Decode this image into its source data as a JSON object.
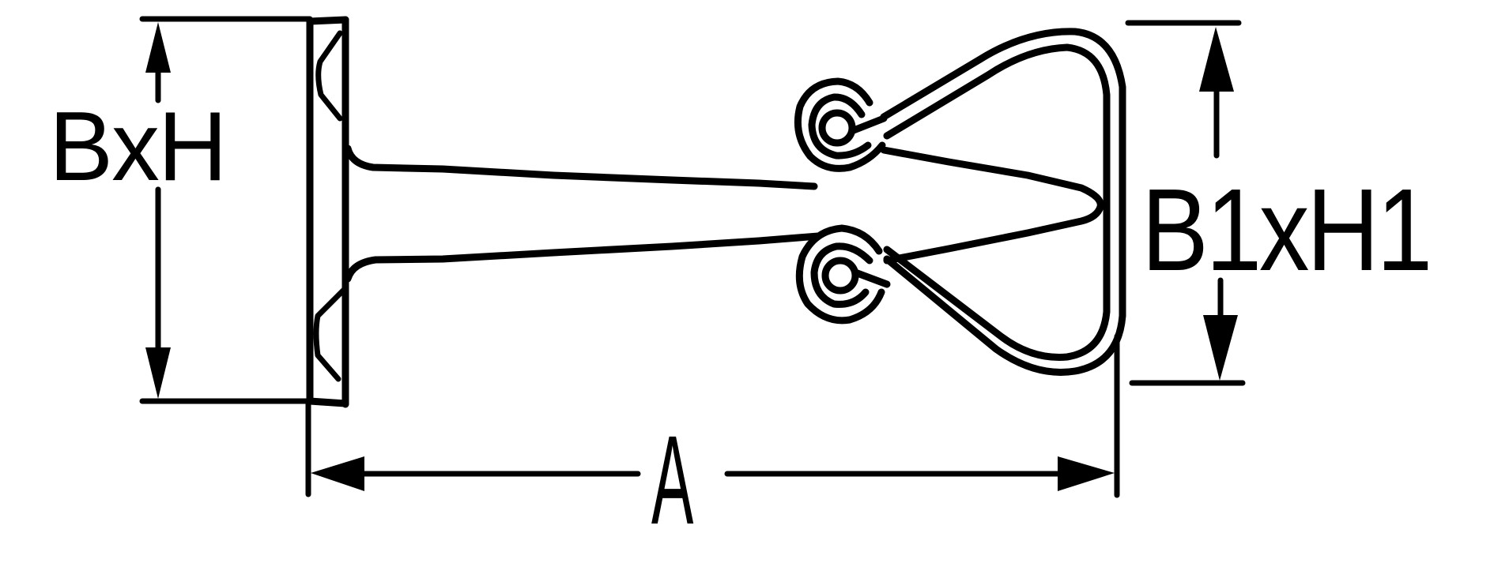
{
  "diagram": {
    "type": "technical-dimension-drawing",
    "subject": "wing-nut style fastener / key with flange plate, stem and looped wing",
    "colors": {
      "line": "#000000",
      "background": "#ffffff"
    },
    "dimensions": {
      "flange": {
        "label": "BxH",
        "orientation": "vertical",
        "description": "flange plate width x height"
      },
      "wing": {
        "label": "B1xH1",
        "orientation": "vertical",
        "description": "wing width x height"
      },
      "length": {
        "label": "A",
        "orientation": "horizontal",
        "description": "overall length from flange face to wing end"
      }
    },
    "parts": [
      "flange-plate",
      "stem",
      "upper-curl-loop",
      "lower-curl-loop",
      "wing-loop"
    ]
  }
}
